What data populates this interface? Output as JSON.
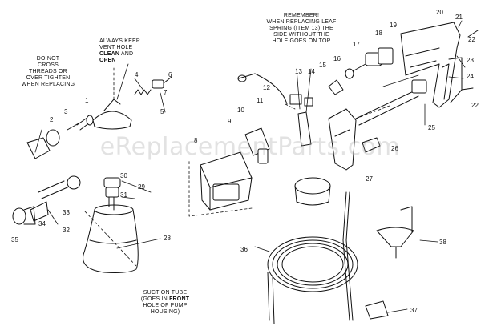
{
  "notes": {
    "threads": [
      "DO NOT",
      "CROSS",
      "THREADS OR",
      "OVER TIGHTEN",
      "WHEN REPLACING"
    ],
    "vent_line1": "ALWAYS KEEP",
    "vent_line2": "VENT HOLE",
    "vent_clean": "CLEAN",
    "vent_and": "AND",
    "vent_open": "OPEN",
    "leaf_spring": [
      "REMEMBER!",
      "WHEN REPLACING LEAF",
      "SPRING (ITEM 13) THE",
      "SIDE WITHOUT THE",
      "HOLE GOES ON TOP"
    ],
    "suction_line1": "SUCTION TUBE",
    "suction_line2a": "(GOES IN ",
    "suction_front": "FRONT",
    "suction_line3": "HOLE OF PUMP",
    "suction_line4": "HOUSING)"
  },
  "watermark": "eReplacementParts.com",
  "callouts": [
    "1",
    "2",
    "3",
    "4",
    "5",
    "6",
    "7",
    "8",
    "9",
    "10",
    "11",
    "12",
    "13",
    "14",
    "15",
    "16",
    "17",
    "18",
    "19",
    "20",
    "21",
    "22",
    "22",
    "23",
    "24",
    "25",
    "26",
    "27",
    "28",
    "29",
    "30",
    "31",
    "32",
    "33",
    "34",
    "35",
    "36",
    "37",
    "38"
  ]
}
